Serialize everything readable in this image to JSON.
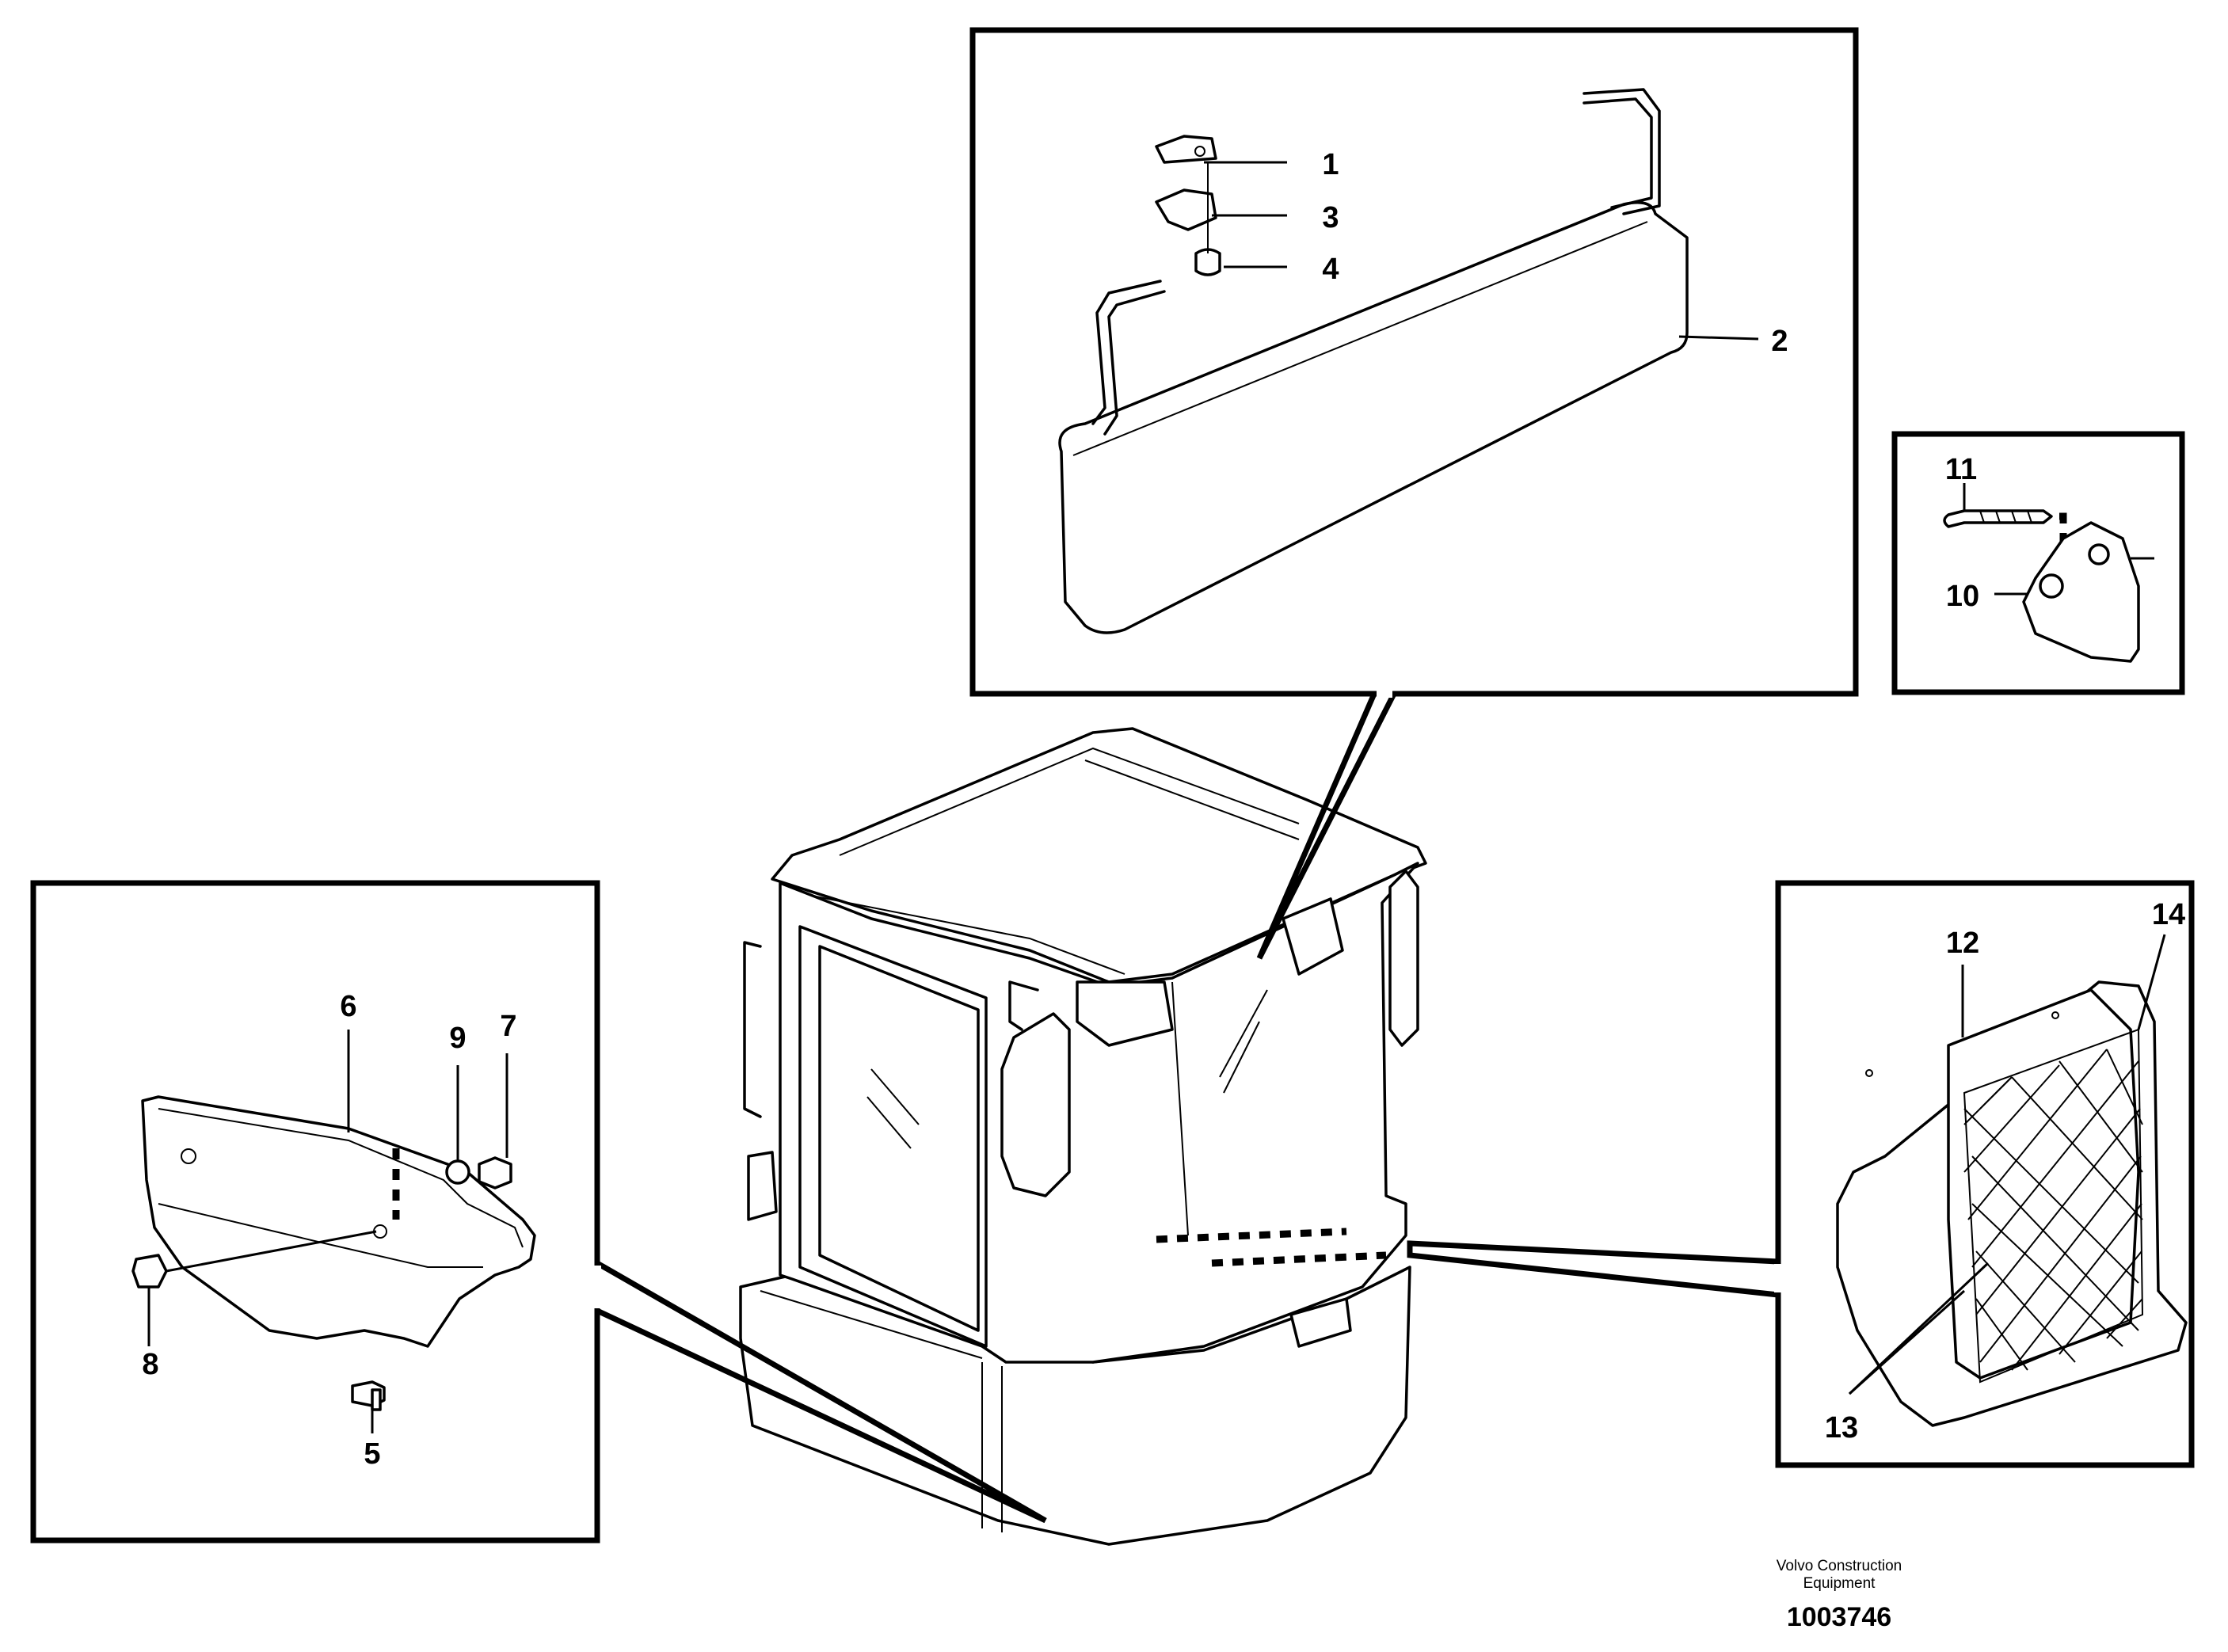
{
  "callouts": {
    "c1": "1",
    "c2": "2",
    "c3": "3",
    "c4": "4",
    "c5": "5",
    "c6": "6",
    "c7": "7",
    "c8": "8",
    "c9": "9",
    "c10": "10",
    "c11": "11",
    "c12": "12",
    "c13": "13",
    "c14": "14"
  },
  "footer": {
    "company_line1": "Volvo Construction",
    "company_line2": "Equipment",
    "document_number": "1003746"
  }
}
